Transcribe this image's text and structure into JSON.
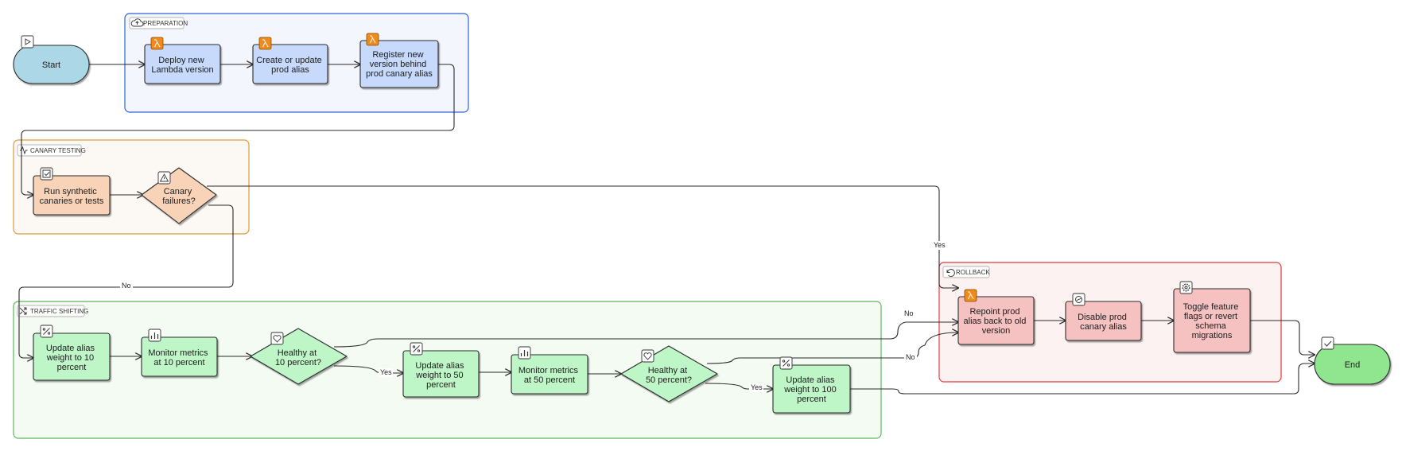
{
  "colors": {
    "stroke": "#2b2b2b",
    "terminal_start": "#acd7e6",
    "terminal_end": "#90e68f",
    "group_preparation": "#2f64d6",
    "group_canary": "#dc9a3a",
    "group_traffic": "#5fb65f",
    "group_rollback": "#dd3d3d",
    "node_preparation": "#c7dafc",
    "node_canary": "#f8d3b8",
    "node_traffic": "#bff6c8",
    "node_rollback": "#f6c1c1",
    "lambda_badge": "#f08a1a"
  },
  "groups": {
    "preparation": {
      "label": "PREPARATION",
      "icon": "cloud-upload-icon"
    },
    "canary": {
      "label": "CANARY TESTING",
      "icon": "activity-icon"
    },
    "traffic": {
      "label": "TRAFFIC SHIFTING",
      "icon": "shuffle-icon"
    },
    "rollback": {
      "label": "ROLLBACK",
      "icon": "undo-icon"
    }
  },
  "nodes": {
    "start": {
      "lines": [
        "Start"
      ],
      "icon": "play-icon"
    },
    "deploy": {
      "lines": [
        "Deploy new",
        "Lambda version"
      ],
      "icon": "lambda-icon"
    },
    "alias": {
      "lines": [
        "Create or update",
        "prod alias"
      ],
      "icon": "lambda-icon"
    },
    "register": {
      "lines": [
        "Register new",
        "version behind",
        "prod canary alias"
      ],
      "icon": "lambda-icon"
    },
    "run_tests": {
      "lines": [
        "Run synthetic",
        "canaries or tests"
      ],
      "icon": "checkbox-icon"
    },
    "canary_fail": {
      "lines": [
        "Canary",
        "failures?"
      ],
      "icon": "warning-icon"
    },
    "upd10": {
      "lines": [
        "Update alias",
        "weight to 10",
        "percent"
      ],
      "icon": "percent-icon"
    },
    "mon10": {
      "lines": [
        "Monitor metrics",
        "at 10 percent"
      ],
      "icon": "bar-chart-icon"
    },
    "healthy10": {
      "lines": [
        "Healthy at",
        "10 percent?"
      ],
      "icon": "heart-icon"
    },
    "upd50": {
      "lines": [
        "Update alias",
        "weight to 50",
        "percent"
      ],
      "icon": "percent-icon"
    },
    "mon50": {
      "lines": [
        "Monitor metrics",
        "at 50 percent"
      ],
      "icon": "bar-chart-icon"
    },
    "healthy50": {
      "lines": [
        "Healthy at",
        "50 percent?"
      ],
      "icon": "heart-icon"
    },
    "upd100": {
      "lines": [
        "Update alias",
        "weight to 100",
        "percent"
      ],
      "icon": "percent-icon"
    },
    "repoint": {
      "lines": [
        "Repoint prod",
        "alias back to old",
        "version"
      ],
      "icon": "lambda-icon"
    },
    "disable": {
      "lines": [
        "Disable prod",
        "canary alias"
      ],
      "icon": "block-icon"
    },
    "toggle": {
      "lines": [
        "Toggle feature",
        "flags or revert",
        "schema",
        "migrations"
      ],
      "icon": "gear-icon"
    },
    "end": {
      "lines": [
        "End"
      ],
      "icon": "check-icon"
    }
  },
  "edge_labels": {
    "canary_yes": "Yes",
    "canary_no": "No",
    "h10_yes": "Yes",
    "h10_no": "No",
    "h50_yes": "Yes",
    "h50_no": "No"
  }
}
